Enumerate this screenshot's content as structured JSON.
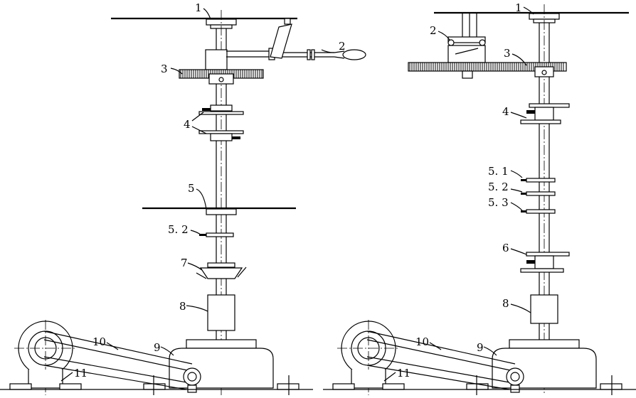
{
  "left_figure": {
    "labels": {
      "l1": "1",
      "l2": "2",
      "l3": "3",
      "l4": "4",
      "l5": "5",
      "l52": "5. 2",
      "l7": "7",
      "l8": "8",
      "l9": "9",
      "l10": "10",
      "l11": "11"
    }
  },
  "right_figure": {
    "labels": {
      "l1": "1",
      "l2": "2",
      "l3": "3",
      "l4": "4",
      "l51": "5. 1",
      "l52": "5. 2",
      "l53": "5. 3",
      "l6": "6",
      "l8": "8",
      "l9": "9",
      "l10": "10",
      "l11": "11"
    }
  }
}
